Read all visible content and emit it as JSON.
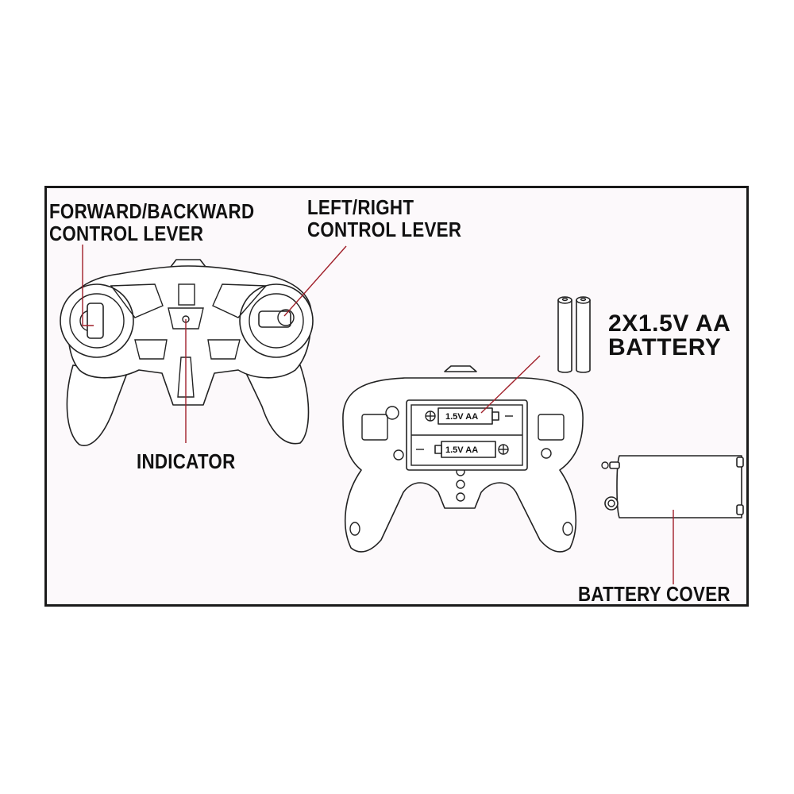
{
  "labels": {
    "fwd_line1": "FORWARD/BACKWARD",
    "fwd_line2": "CONTROL LEVER",
    "lr_line1": "LEFT/RIGHT",
    "lr_line2": "CONTROL LEVER",
    "indicator": "INDICATOR",
    "battery_line1": "2X1.5V AA",
    "battery_line2": "BATTERY",
    "battery_cover": "BATTERY COVER"
  },
  "battery_slots": [
    "1.5V AA",
    "1.5V AA"
  ],
  "colors": {
    "callout": "#a0202a",
    "outline": "#222222",
    "frame": "#1a1a1a"
  }
}
